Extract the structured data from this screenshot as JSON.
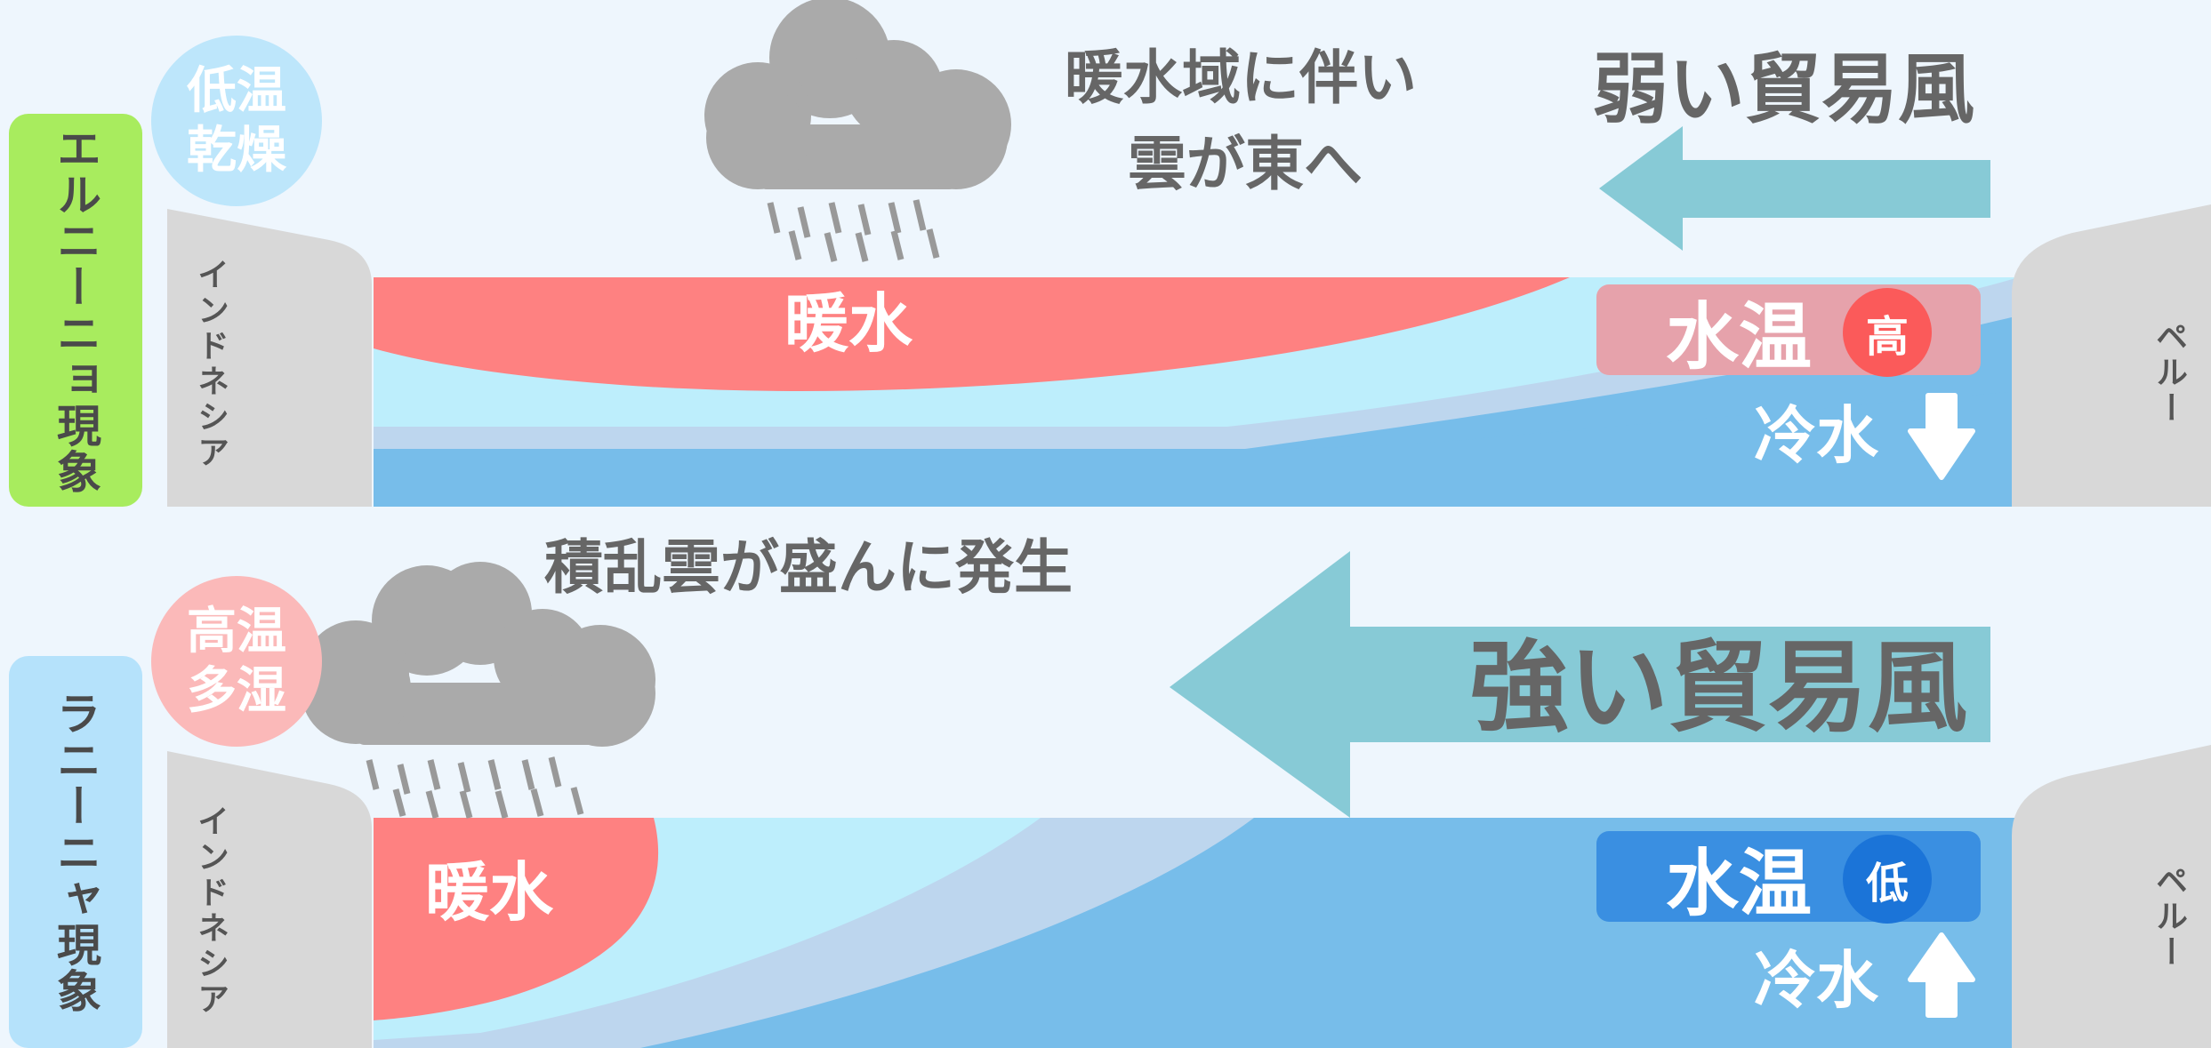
{
  "el_nino": {
    "title": "エルニーニョ現象",
    "climate_line1": "低温",
    "climate_line2": "乾燥",
    "cloud_note_line1": "暖水域に伴い",
    "cloud_note_line2": "雲が東へ",
    "wind": "弱い貿易風",
    "warm_water": "暖水",
    "water_temp": "水温",
    "temp_badge": "高",
    "cold_water": "冷水",
    "cold_water_direction": "down",
    "left_land": "インドネシア",
    "right_land": "ペルー"
  },
  "la_nina": {
    "title": "ラニーニャ現象",
    "climate_line1": "高温",
    "climate_line2": "多湿",
    "cloud_note": "積乱雲が盛んに発生",
    "wind": "強い貿易風",
    "warm_water": "暖水",
    "water_temp": "水温",
    "temp_badge": "低",
    "cold_water": "冷水",
    "cold_water_direction": "up",
    "left_land": "インドネシア",
    "right_land": "ペルー"
  },
  "colors": {
    "background": "#eef6fd",
    "el_nino_tag": "#a8ec5e",
    "la_nina_tag": "#b5e2fb",
    "cool_bubble": "#bde6fb",
    "warm_bubble": "#fbb9b9",
    "land": "#d8d8d8",
    "warm_water": "#fe8181",
    "light_water": "#bdeefc",
    "mid_water": "#bdd6ee",
    "deep_water": "#77bdea",
    "wind_arrow": "#87cad6",
    "cloud": "#aaaaaa",
    "high_badge": "#fb5a5a",
    "low_badge": "#1b74d8",
    "temp_box_high": "#e6a2ab",
    "temp_box_low": "#3a8fe1"
  }
}
